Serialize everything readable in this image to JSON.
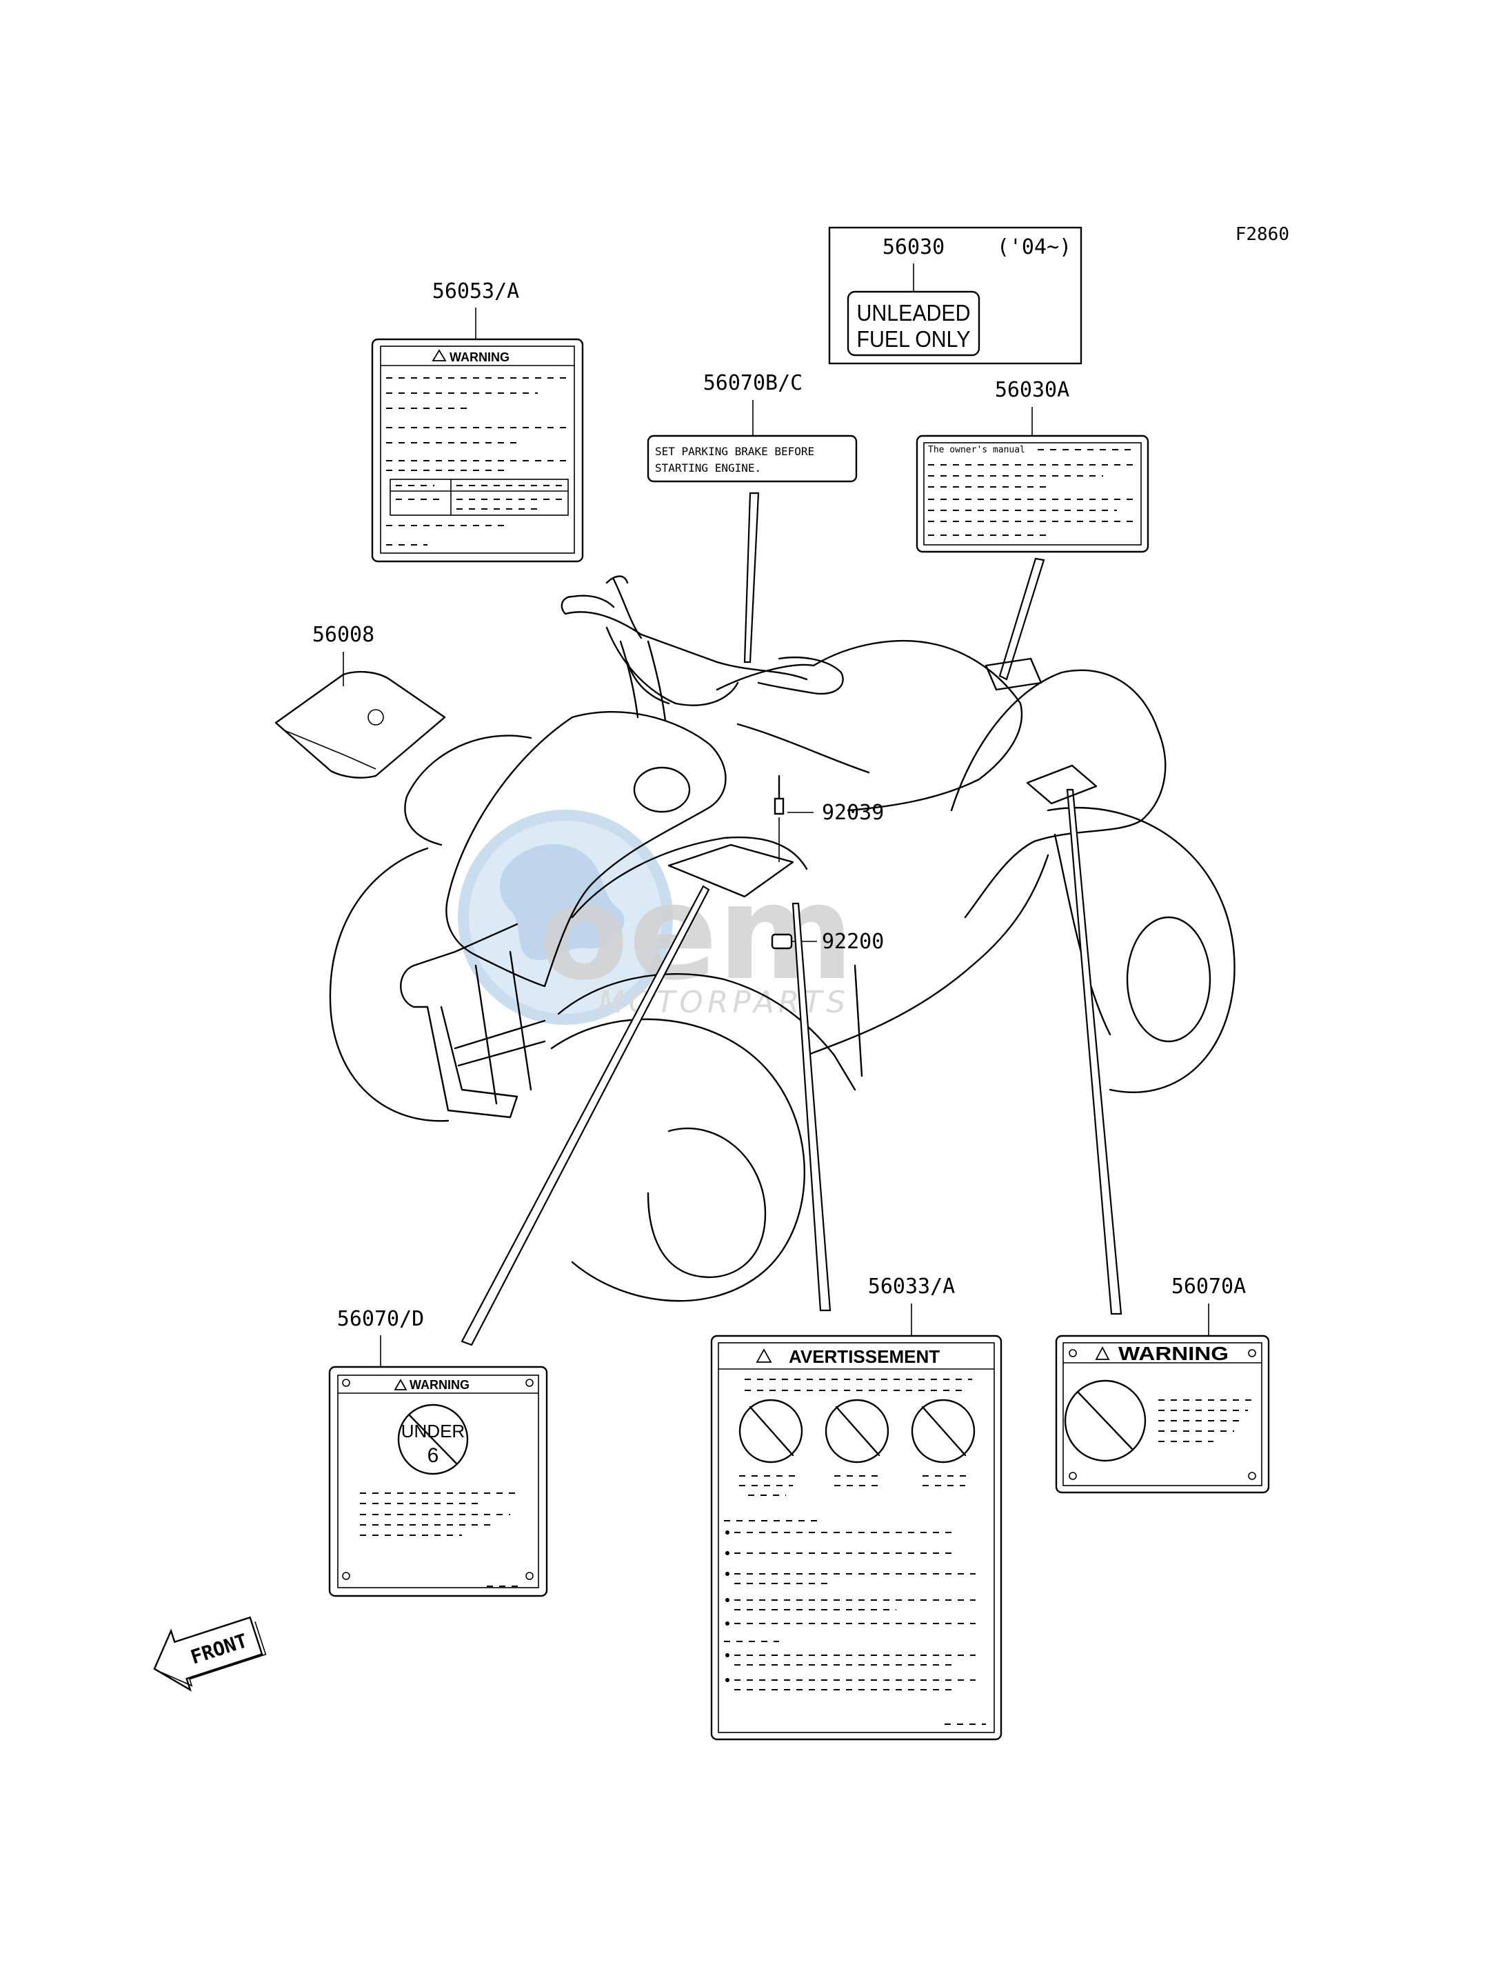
{
  "figure_code": "F2860",
  "watermark": {
    "brand": "oem",
    "tagline": "MOTORPARTS"
  },
  "front_arrow": {
    "text": "FRONT"
  },
  "parts": {
    "p56053": {
      "number": "56053/A",
      "label_header": "WARNING"
    },
    "p56030": {
      "number": "56030",
      "years": "('04~)",
      "line1": "UNLEADED",
      "line2": "FUEL ONLY"
    },
    "p56070bc": {
      "number": "56070B/C",
      "line1": "SET PARKING BRAKE BEFORE",
      "line2": "STARTING ENGINE."
    },
    "p56030a": {
      "number": "56030A",
      "intro": "The owner's manual"
    },
    "p56008": {
      "number": "56008"
    },
    "p92039": {
      "number": "92039"
    },
    "p92200": {
      "number": "92200"
    },
    "p56070d": {
      "number": "56070/D",
      "label_header": "WARNING",
      "age_text": "UNDER",
      "age_num": "6"
    },
    "p56033": {
      "number": "56033/A",
      "label_header": "AVERTISSEMENT"
    },
    "p56070a": {
      "number": "56070A",
      "label_header": "WARNING"
    }
  },
  "colors": {
    "ink": "#000000",
    "watermark_blue": "#cfe1f2",
    "watermark_gray": "#d3d3d3"
  }
}
